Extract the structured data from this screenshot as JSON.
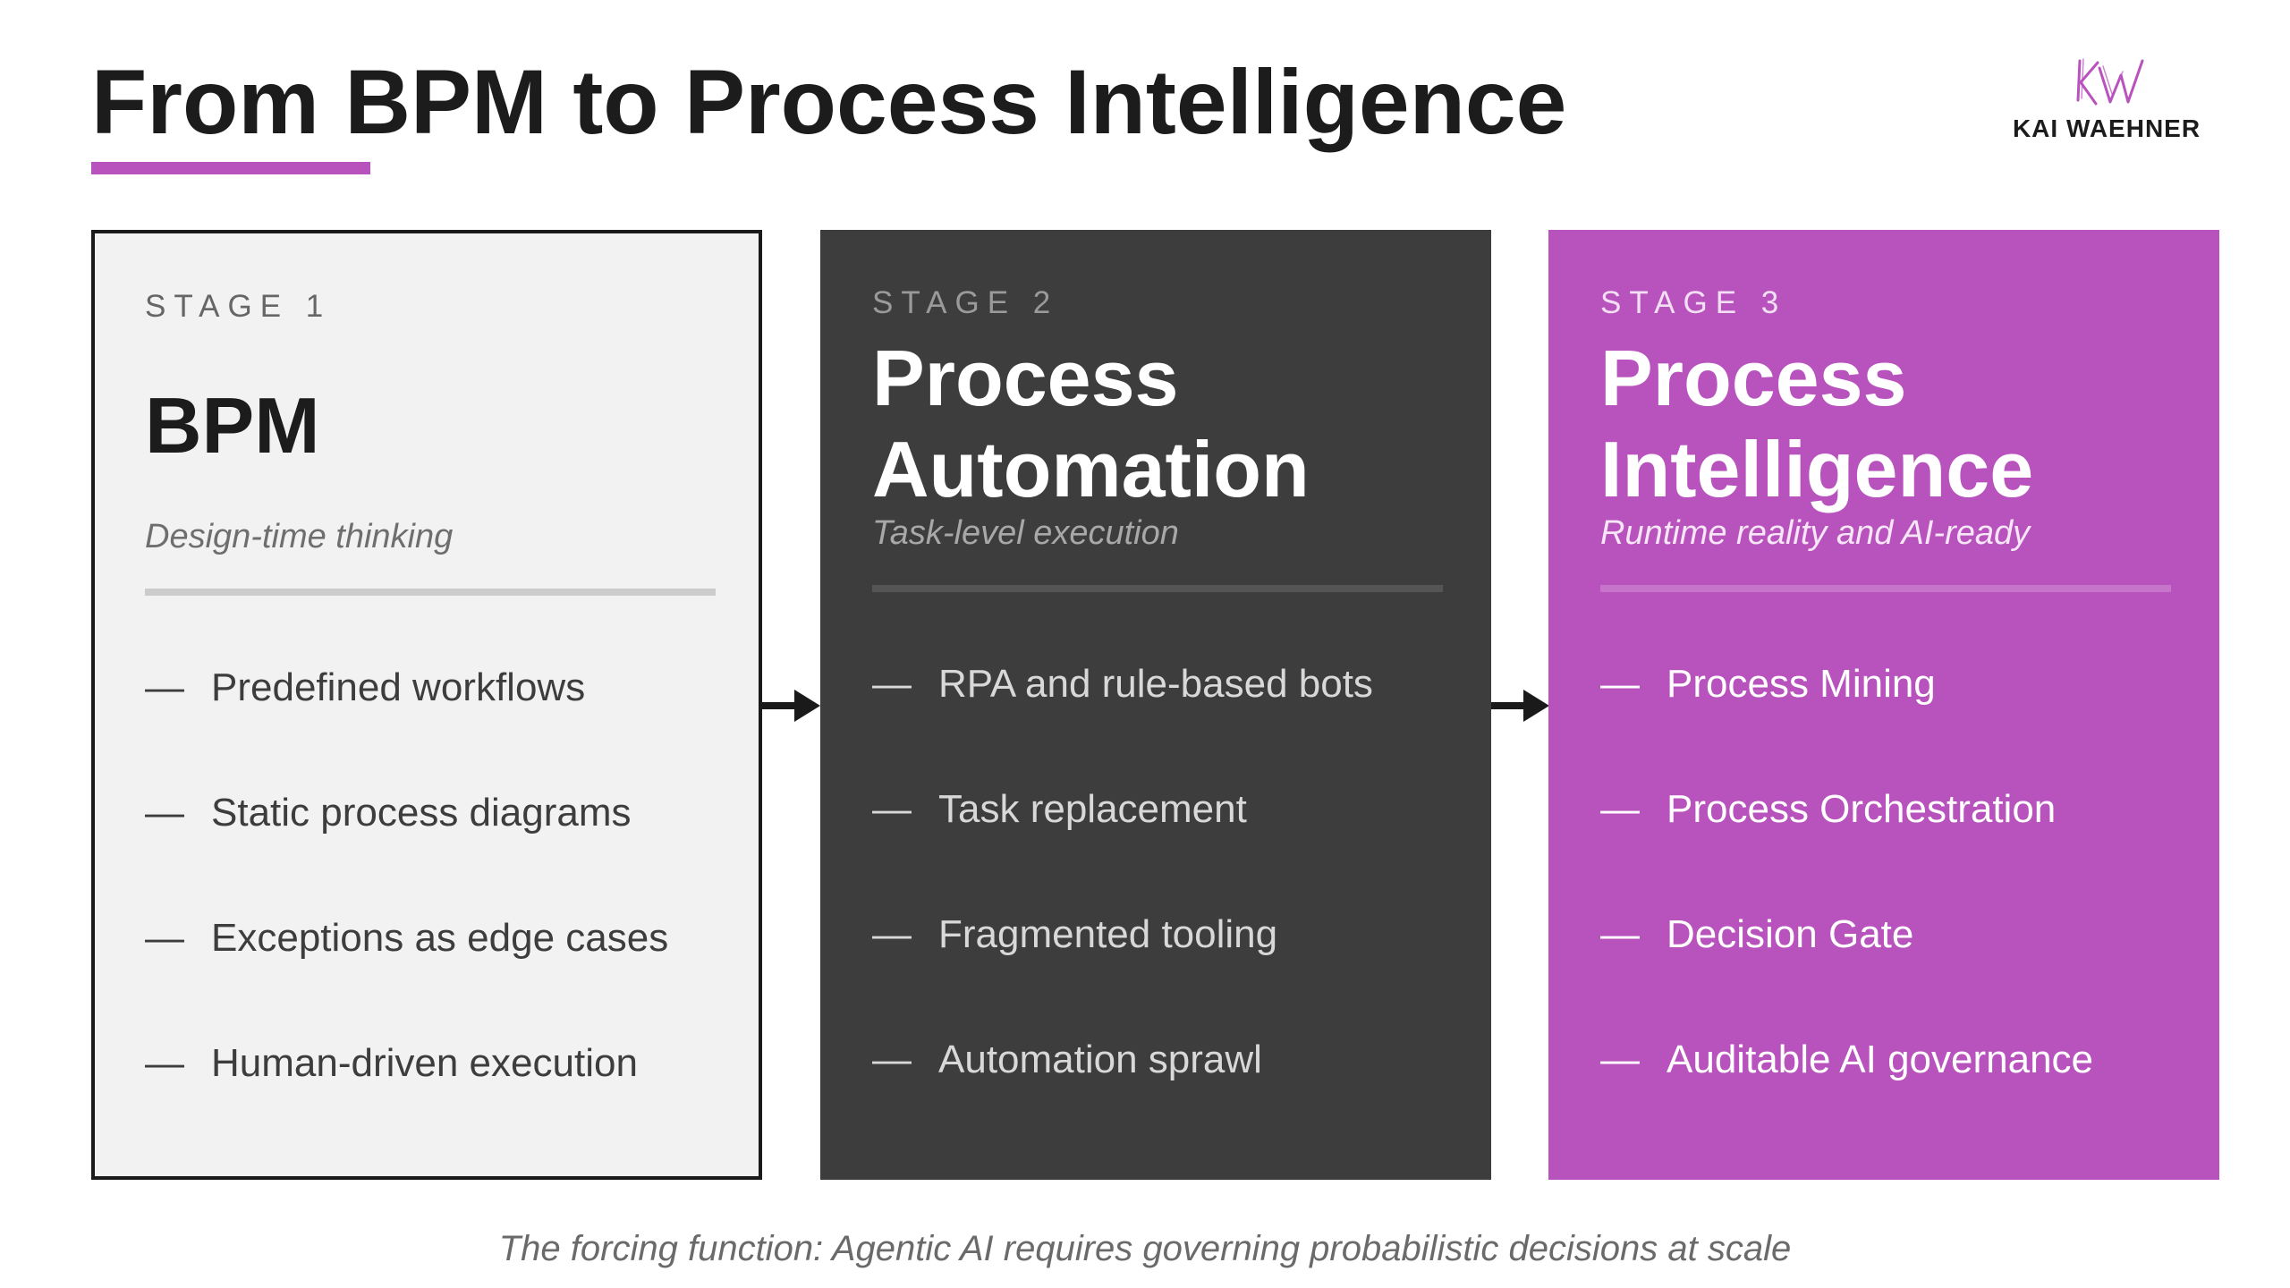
{
  "header": {
    "title": "From BPM to Process Intelligence",
    "logo_text": "KAI WAEHNER",
    "accent_color": "#b852bd"
  },
  "stages": [
    {
      "label": "STAGE 1",
      "name": "BPM",
      "subtitle": "Design-time thinking",
      "dash": "—",
      "items": [
        "Predefined workflows",
        "Static process diagrams",
        "Exceptions as edge cases",
        "Human-driven execution"
      ]
    },
    {
      "label": "STAGE 2",
      "name_lines": [
        "Process",
        "Automation"
      ],
      "subtitle": "Task-level execution",
      "dash": "—",
      "items": [
        "RPA and rule-based bots",
        "Task replacement",
        "Fragmented tooling",
        "Automation sprawl"
      ]
    },
    {
      "label": "STAGE 3",
      "name_lines": [
        "Process",
        "Intelligence"
      ],
      "subtitle": "Runtime reality and AI-ready",
      "dash": "—",
      "items": [
        "Process Mining",
        "Process Orchestration",
        "Decision Gate",
        "Auditable AI governance"
      ]
    }
  ],
  "footer": {
    "text": "The forcing function: Agentic AI requires governing probabilistic decisions at scale"
  },
  "icons": {
    "logo": "kw-monogram-icon",
    "connector": "arrow-right-icon"
  }
}
